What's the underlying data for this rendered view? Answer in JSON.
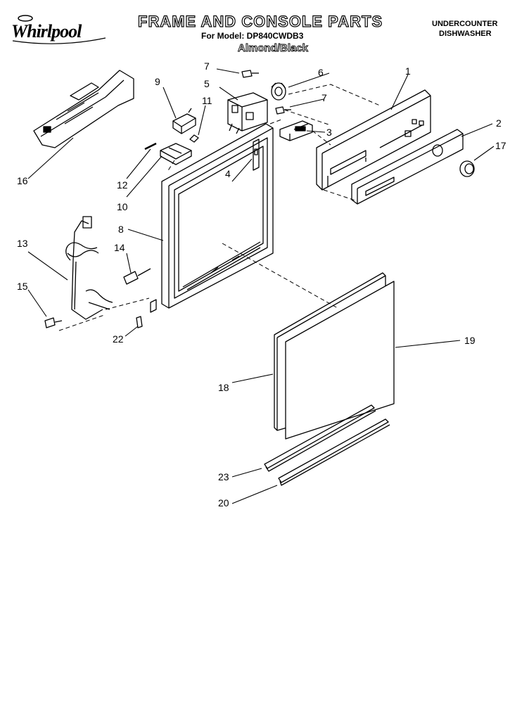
{
  "brand": "Whirlpool",
  "title": "FRAME AND CONSOLE PARTS",
  "model_prefix": "For Model:",
  "model": "DP840CWDB3",
  "color": "Almond/Black",
  "appliance_type": [
    "UNDERCOUNTER",
    "DISHWASHER"
  ],
  "callouts": [
    "1",
    "2",
    "3",
    "4",
    "5",
    "6",
    "7",
    "7",
    "8",
    "9",
    "10",
    "11",
    "12",
    "13",
    "14",
    "15",
    "16",
    "17",
    "18",
    "19",
    "20",
    "22",
    "23"
  ]
}
